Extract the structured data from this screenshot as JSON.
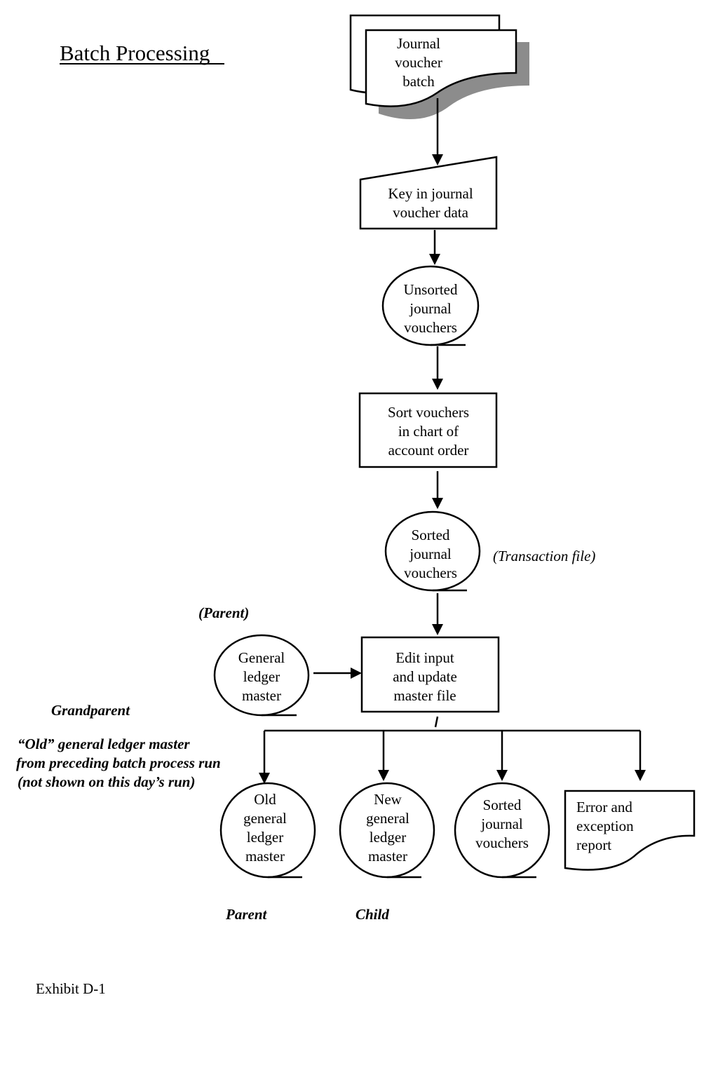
{
  "title": "Batch Processing",
  "exhibit": "Exhibit D-1",
  "nodes": {
    "journal_voucher_batch": [
      "Journal",
      "voucher",
      "batch"
    ],
    "key_in": [
      "Key in journal",
      "voucher data"
    ],
    "unsorted": [
      "Unsorted",
      "journal",
      "vouchers"
    ],
    "sort": [
      "Sort vouchers",
      "in chart of",
      "account order"
    ],
    "sorted": [
      "Sorted",
      "journal",
      "vouchers"
    ],
    "gl_master": [
      "General",
      "ledger",
      "master"
    ],
    "edit_update": [
      "Edit input",
      "and update",
      "master file"
    ],
    "old_gl": [
      "Old",
      "general",
      "ledger",
      "master"
    ],
    "new_gl": [
      "New",
      "general",
      "ledger",
      "master"
    ],
    "sorted_out": [
      "Sorted",
      "journal",
      "vouchers"
    ],
    "error_report": [
      "Error and",
      "exception",
      "report"
    ]
  },
  "annotations": {
    "transaction_file": "(Transaction file)",
    "parent_top": "(Parent)",
    "grandparent": "Grandparent",
    "old_master_note": [
      "“Old” general ledger master",
      "from preceding batch process run",
      "(not shown on this day’s run)"
    ],
    "parent_bottom": "Parent",
    "child": "Child"
  }
}
